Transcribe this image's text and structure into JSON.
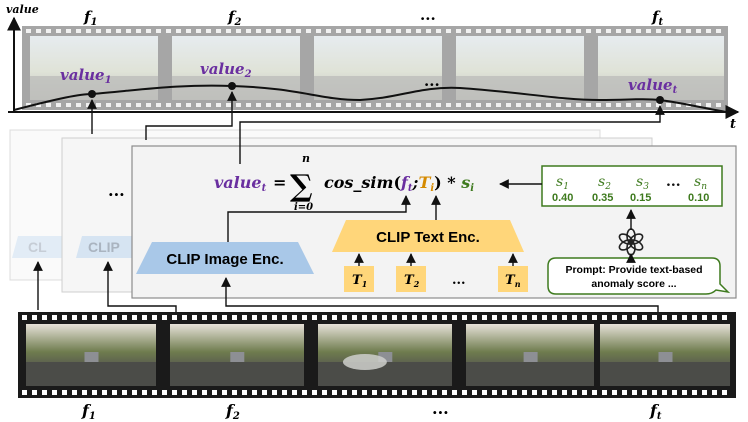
{
  "top_strip": {
    "axis_y_label": "value",
    "axis_x_label": "t",
    "frame_labels": [
      {
        "base": "f",
        "sub": "1"
      },
      {
        "base": "f",
        "sub": "2"
      },
      {
        "base": "...",
        "sub": ""
      },
      {
        "base": "f",
        "sub": "t"
      }
    ],
    "curve_points": [
      {
        "base": "value",
        "sub": "1"
      },
      {
        "base": "value",
        "sub": "2"
      },
      {
        "base": "value",
        "sub": "t"
      }
    ],
    "middle_ellipsis": "..."
  },
  "formula": {
    "lhs_base": "value",
    "lhs_sub": "t",
    "equals": "=",
    "sum_symbol": "∑",
    "sum_upper": "n",
    "sum_lower": "i=0",
    "fn": "cos_sim",
    "open": "(",
    "arg1_base": "f",
    "arg1_sub": "t",
    "sep": ";",
    "arg2_base": "T",
    "arg2_sub": "i",
    "close": ")",
    "times": " * ",
    "weight_base": "s",
    "weight_sub": "i"
  },
  "scores": {
    "labels": [
      {
        "base": "s",
        "sub": "1"
      },
      {
        "base": "s",
        "sub": "2"
      },
      {
        "base": "s",
        "sub": "3"
      },
      {
        "base": "...",
        "sub": ""
      },
      {
        "base": "s",
        "sub": "n"
      }
    ],
    "values": [
      "0.40",
      "0.35",
      "0.15",
      "0.10"
    ]
  },
  "encoders": {
    "image": "CLIP Image Enc.",
    "text": "CLIP Text Enc.",
    "ghost_1": "CL",
    "ghost_2": "CLIP",
    "stack_ellipsis": "..."
  },
  "text_tokens": [
    {
      "base": "T",
      "sub": "1"
    },
    {
      "base": "T",
      "sub": "2"
    },
    {
      "base": "...",
      "sub": ""
    },
    {
      "base": "T",
      "sub": "n"
    }
  ],
  "prompt": {
    "line1": "Prompt: Provide text-based",
    "line2": "anomaly score ..."
  },
  "bottom_strip": {
    "frame_labels": [
      {
        "base": "f",
        "sub": "1"
      },
      {
        "base": "f",
        "sub": "2"
      },
      {
        "base": "...",
        "sub": ""
      },
      {
        "base": "f",
        "sub": "t"
      }
    ]
  },
  "colors": {
    "purple": "#6a2fa0",
    "orange": "#d58a00",
    "green": "#3e7a1e",
    "image_enc": "#a9c8e8",
    "text_enc": "#ffd67a",
    "token": "#ffd67a",
    "panel": "#f3f3f3"
  }
}
